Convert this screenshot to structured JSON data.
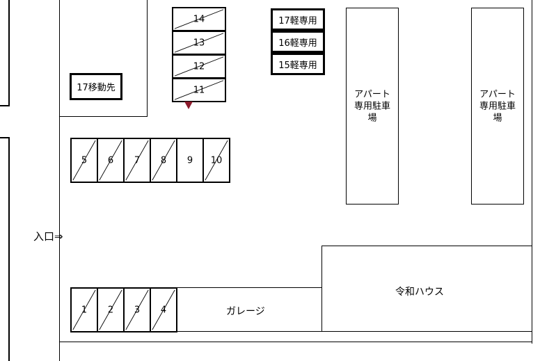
{
  "diagram": {
    "title": "parking-lot-layout",
    "entrance": {
      "label": "入口⇒"
    },
    "garage": {
      "label": "ガレージ"
    },
    "house": {
      "label": "令和ハウス"
    },
    "move_destination": {
      "label": "17移動先"
    },
    "apartment_lots": [
      {
        "label": "アパート\n専用駐車\n場",
        "line1": "アパート",
        "line2": "専用駐車",
        "line3": "場"
      },
      {
        "label": "アパート\n専用駐車\n場",
        "line1": "アパート",
        "line2": "専用駐車",
        "line3": "場"
      }
    ],
    "kei_stalls": [
      {
        "label": "17軽専用"
      },
      {
        "label": "16軽専用"
      },
      {
        "label": "15軽専用"
      }
    ],
    "upper_stack_stalls": [
      {
        "number": "14",
        "occupied": true
      },
      {
        "number": "13",
        "occupied": true
      },
      {
        "number": "12",
        "occupied": true
      },
      {
        "number": "11",
        "occupied": true
      }
    ],
    "middle_row_stalls": [
      {
        "number": "5",
        "occupied": true
      },
      {
        "number": "6",
        "occupied": true
      },
      {
        "number": "7",
        "occupied": true
      },
      {
        "number": "8",
        "occupied": true
      },
      {
        "number": "9",
        "occupied": false
      },
      {
        "number": "10",
        "occupied": true
      }
    ],
    "bottom_row_stalls": [
      {
        "number": "1",
        "occupied": true
      },
      {
        "number": "2",
        "occupied": true
      },
      {
        "number": "3",
        "occupied": true
      },
      {
        "number": "4",
        "occupied": true
      }
    ],
    "colors": {
      "stroke": "#000000",
      "background": "#ffffff",
      "arrow": "#8b1a2b"
    }
  }
}
